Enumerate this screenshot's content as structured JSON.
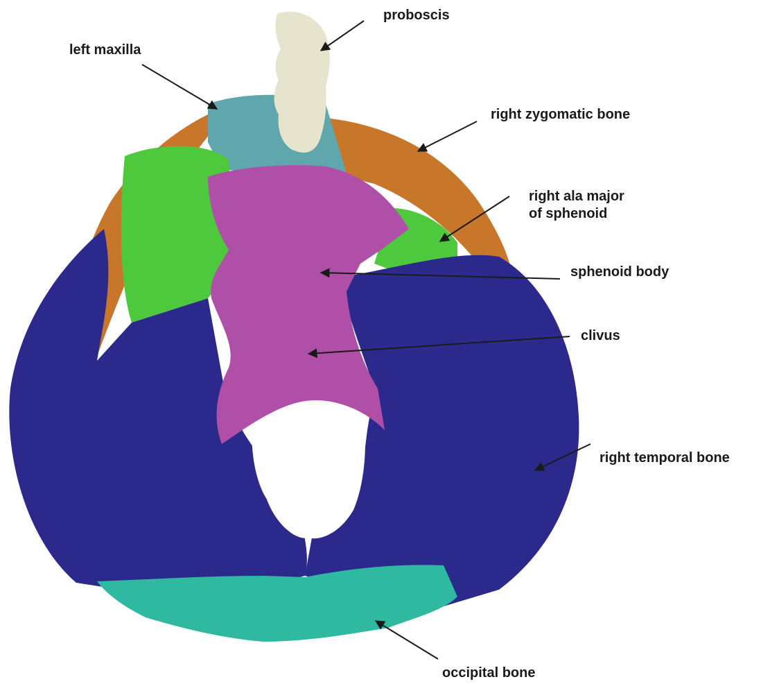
{
  "labels": {
    "proboscis": "proboscis",
    "left_maxilla": "left maxilla",
    "right_zygomatic": "right zygomatic bone",
    "right_ala_line1": "right ala major",
    "right_ala_line2": "of sphenoid",
    "sphenoid_body": "sphenoid body",
    "clivus": "clivus",
    "right_temporal": "right temporal bone",
    "occipital": "occipital bone"
  },
  "colors": {
    "temporal": "#2b2a8c",
    "temporal_dark": "#1f1e6e",
    "sphenoid_body": "#b04fa8",
    "ala_major": "#4ec83c",
    "zygomatic": "#c8762a",
    "maxilla": "#5fa7ad",
    "proboscis": "#e6e4cc",
    "occipital": "#2fb9a1",
    "arrow": "#1a1a1a"
  }
}
